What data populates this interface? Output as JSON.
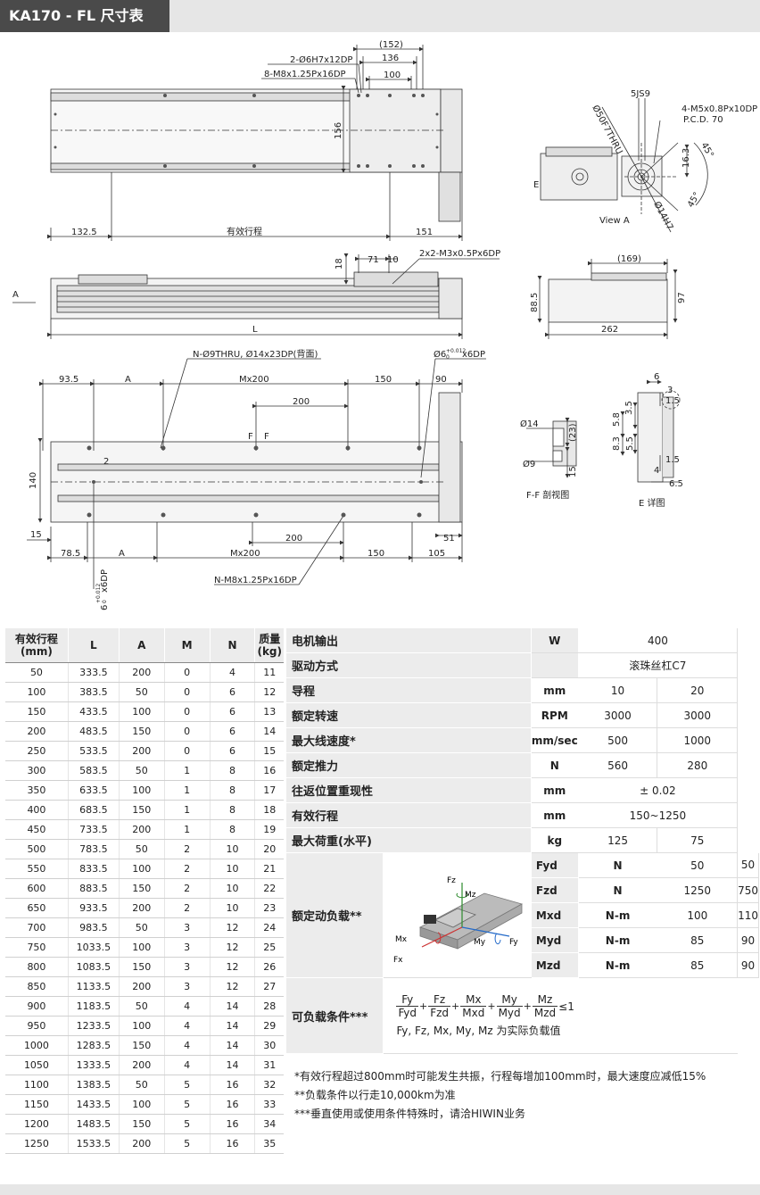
{
  "header": {
    "title": "KA170 - FL 尺寸表"
  },
  "drawing_top": {
    "labels": [
      "(152)",
      "136",
      "100",
      "2-Ø6H7x12DP",
      "8-M8x1.25Px16DP",
      "156",
      "132.5",
      "有效行程",
      "151"
    ],
    "view_a": [
      "5JS9",
      "4-M5x0.8Px10DP",
      "P.C.D. 70",
      "Ø50F7THRU",
      "16.3",
      "45°",
      "45°",
      "Ø14H7",
      "E",
      "View A"
    ]
  },
  "drawing_side": {
    "labels": [
      "18",
      "71",
      "10",
      "2x2-M3x0.5Px6DP",
      "A",
      "L",
      "(169)",
      "88.5",
      "97",
      "262"
    ]
  },
  "drawing_bottom": {
    "labels": [
      "N-Ø9THRU, Ø14x23DP(背面)",
      "Ø6",
      "+0.012",
      "0",
      "x6DP",
      "93.5",
      "A",
      "Mx200",
      "150",
      "90",
      "200",
      "F",
      "F",
      "2",
      "140",
      "15",
      "200",
      "51",
      "78.5",
      "A",
      "Mx200",
      "150",
      "105",
      "N-M8x1.25Px16DP",
      "6",
      "+0.012",
      "0",
      "x6DP"
    ],
    "section_ff": [
      "Ø14",
      "(23)",
      "Ø9",
      "15",
      "F-F 剖视图"
    ],
    "detail_e": [
      "6",
      "3",
      "1.5",
      "3.5",
      "5.8",
      "8.3",
      "5.5",
      "1.5",
      "4",
      "6.5",
      "E 详图"
    ]
  },
  "left_table": {
    "headers": [
      "有效行程\n(mm)",
      "L",
      "A",
      "M",
      "N",
      "质量\n(kg)"
    ],
    "rows": [
      [
        "50",
        "333.5",
        "200",
        "0",
        "4",
        "11"
      ],
      [
        "100",
        "383.5",
        "50",
        "0",
        "6",
        "12"
      ],
      [
        "150",
        "433.5",
        "100",
        "0",
        "6",
        "13"
      ],
      [
        "200",
        "483.5",
        "150",
        "0",
        "6",
        "14"
      ],
      [
        "250",
        "533.5",
        "200",
        "0",
        "6",
        "15"
      ],
      [
        "300",
        "583.5",
        "50",
        "1",
        "8",
        "16"
      ],
      [
        "350",
        "633.5",
        "100",
        "1",
        "8",
        "17"
      ],
      [
        "400",
        "683.5",
        "150",
        "1",
        "8",
        "18"
      ],
      [
        "450",
        "733.5",
        "200",
        "1",
        "8",
        "19"
      ],
      [
        "500",
        "783.5",
        "50",
        "2",
        "10",
        "20"
      ],
      [
        "550",
        "833.5",
        "100",
        "2",
        "10",
        "21"
      ],
      [
        "600",
        "883.5",
        "150",
        "2",
        "10",
        "22"
      ],
      [
        "650",
        "933.5",
        "200",
        "2",
        "10",
        "23"
      ],
      [
        "700",
        "983.5",
        "50",
        "3",
        "12",
        "24"
      ],
      [
        "750",
        "1033.5",
        "100",
        "3",
        "12",
        "25"
      ],
      [
        "800",
        "1083.5",
        "150",
        "3",
        "12",
        "26"
      ],
      [
        "850",
        "1133.5",
        "200",
        "3",
        "12",
        "27"
      ],
      [
        "900",
        "1183.5",
        "50",
        "4",
        "14",
        "28"
      ],
      [
        "950",
        "1233.5",
        "100",
        "4",
        "14",
        "29"
      ],
      [
        "1000",
        "1283.5",
        "150",
        "4",
        "14",
        "30"
      ],
      [
        "1050",
        "1333.5",
        "200",
        "4",
        "14",
        "31"
      ],
      [
        "1100",
        "1383.5",
        "50",
        "5",
        "16",
        "32"
      ],
      [
        "1150",
        "1433.5",
        "100",
        "5",
        "16",
        "33"
      ],
      [
        "1200",
        "1483.5",
        "150",
        "5",
        "16",
        "34"
      ],
      [
        "1250",
        "1533.5",
        "200",
        "5",
        "16",
        "35"
      ]
    ]
  },
  "spec": {
    "motor": {
      "label": "电机输出",
      "unit": "W",
      "value": "400"
    },
    "drive": {
      "label": "驱动方式",
      "unit": "",
      "value": "滚珠丝杠C7"
    },
    "lead": {
      "label": "导程",
      "unit": "mm",
      "v1": "10",
      "v2": "20"
    },
    "speed": {
      "label": "额定转速",
      "unit": "RPM",
      "v1": "3000",
      "v2": "3000"
    },
    "maxspeed": {
      "label": "最大线速度*",
      "unit": "mm/sec",
      "v1": "500",
      "v2": "1000"
    },
    "thrust": {
      "label": "额定推力",
      "unit": "N",
      "v1": "560",
      "v2": "280"
    },
    "repeat": {
      "label": "往返位置重现性",
      "unit": "mm",
      "value": "± 0.02"
    },
    "stroke": {
      "label": "有效行程",
      "unit": "mm",
      "value": "150~1250"
    },
    "payload": {
      "label": "最大荷重(水平)",
      "unit": "kg",
      "v1": "125",
      "v2": "75"
    },
    "dynamic": {
      "label": "额定动负载**",
      "diagram_labels": [
        "Fz",
        "Mz",
        "Mx",
        "My",
        "Fy",
        "Fx"
      ],
      "rows": [
        {
          "name": "Fyd",
          "unit": "N",
          "v1": "50",
          "v2": "50"
        },
        {
          "name": "Fzd",
          "unit": "N",
          "v1": "1250",
          "v2": "750"
        },
        {
          "name": "Mxd",
          "unit": "N-m",
          "v1": "100",
          "v2": "110"
        },
        {
          "name": "Myd",
          "unit": "N-m",
          "v1": "85",
          "v2": "90"
        },
        {
          "name": "Mzd",
          "unit": "N-m",
          "v1": "85",
          "v2": "90"
        }
      ]
    },
    "condition": {
      "label": "可负载条件***",
      "fracs": [
        [
          "Fy",
          "Fyd"
        ],
        [
          "Fz",
          "Fzd"
        ],
        [
          "Mx",
          "Mxd"
        ],
        [
          "My",
          "Myd"
        ],
        [
          "Mz",
          "Mzd"
        ]
      ],
      "plus": "+",
      "le": "≤1",
      "note": "Fy, Fz, Mx, My, Mz 为实际负载值"
    }
  },
  "notes": [
    "*有效行程超过800mm时可能发生共振，行程每增加100mm时，最大速度应减低15%",
    "**负载条件以行走10,000km为准",
    "***垂直使用或使用条件特殊时，请洽HIWIN业务"
  ]
}
